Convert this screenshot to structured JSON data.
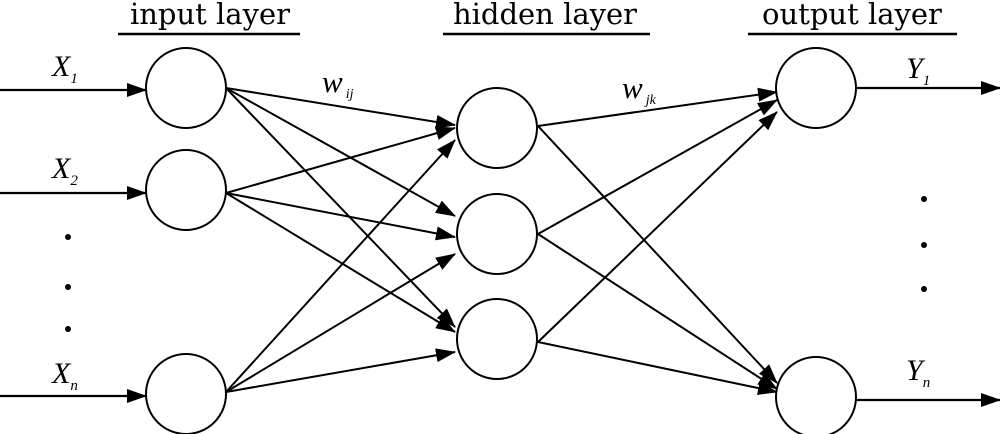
{
  "layers": {
    "input_label": "input layer",
    "hidden_label": "hidden layer",
    "output_label": "output layer"
  },
  "inputs": [
    {
      "main": "X",
      "sub": "1"
    },
    {
      "main": "X",
      "sub": "2"
    },
    {
      "main": "X",
      "sub": "n"
    }
  ],
  "outputs": [
    {
      "main": "Y",
      "sub": "1"
    },
    {
      "main": "Y",
      "sub": "n"
    }
  ],
  "weights": {
    "input_hidden": {
      "main": "w",
      "sub": "ij"
    },
    "hidden_output": {
      "main": "w",
      "sub": "jk"
    }
  },
  "network": {
    "input_nodes": 3,
    "hidden_nodes": 3,
    "output_nodes": 2,
    "connectivity": "fully-connected"
  }
}
